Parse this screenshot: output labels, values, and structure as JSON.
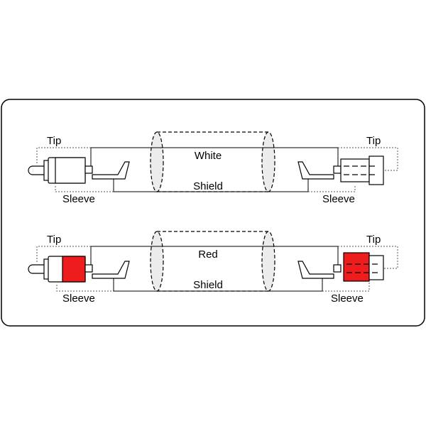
{
  "panel": {
    "border_color": "#000000",
    "background": "#ffffff"
  },
  "cables": [
    {
      "id": "white",
      "wire_label": "White",
      "shield_label": "Shield",
      "left": {
        "tip_label": "Tip",
        "sleeve_label": "Sleeve",
        "plug_color": "#ffffff"
      },
      "right": {
        "tip_label": "Tip",
        "sleeve_label": "Sleeve",
        "plug_color": "#ffffff"
      }
    },
    {
      "id": "red",
      "wire_label": "Red",
      "shield_label": "Shield",
      "left": {
        "tip_label": "Tip",
        "sleeve_label": "Sleeve",
        "plug_color": "#ee1c1c"
      },
      "right": {
        "tip_label": "Tip",
        "sleeve_label": "Sleeve",
        "plug_color": "#ee1c1c"
      }
    }
  ],
  "colors": {
    "line": "#000000",
    "shield_fill": "#eeeeee",
    "dotted": "#555555"
  }
}
